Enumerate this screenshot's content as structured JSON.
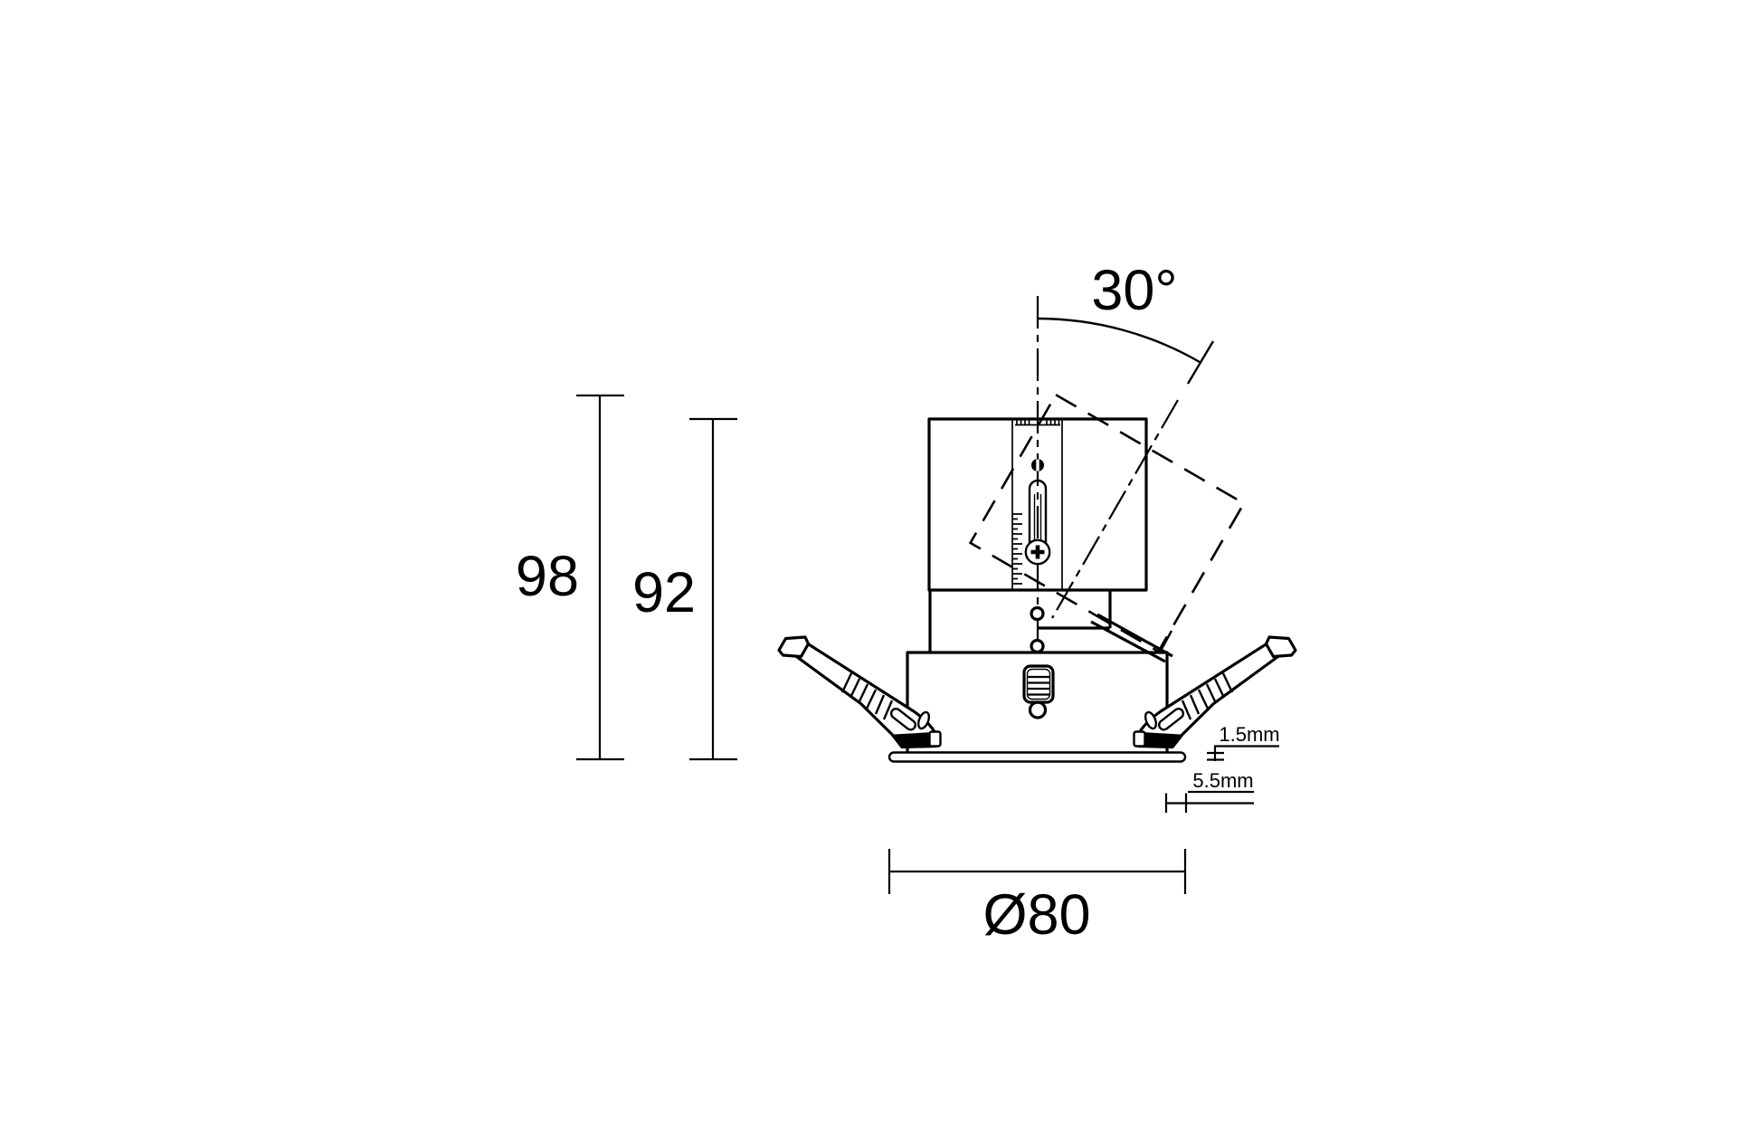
{
  "canvas": {
    "background": "#ffffff",
    "line_color": "#000000"
  },
  "drawing": {
    "type": "technical-dimension-drawing",
    "annotations": {
      "tilt_angle": "30°",
      "overall_height": "98",
      "recess_height": "92",
      "cutout_diameter": "Ø80",
      "rim_thickness": "1.5mm",
      "rim_overhang": "5.5mm"
    }
  }
}
